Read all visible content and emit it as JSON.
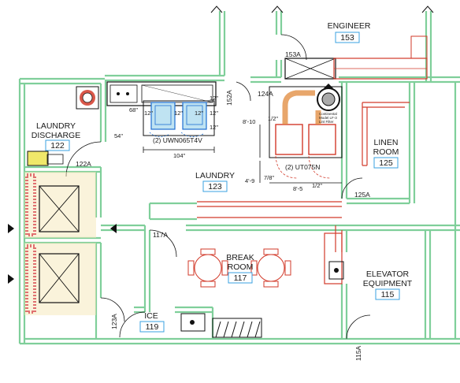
{
  "colors": {
    "wall": "#7fcf9a",
    "equipment": "#d23a2a",
    "fixture": "#1e6fd1",
    "tag_border": "#3aa0e0",
    "elevator_fill": "#f5e7b8",
    "hatch": "#e07070",
    "line": "#111111"
  },
  "rooms": [
    {
      "id": "engineer",
      "name": [
        "ENGINEER"
      ],
      "number": "153"
    },
    {
      "id": "laundry-discharge",
      "name": [
        "LAUNDRY",
        "DISCHARGE"
      ],
      "number": "122"
    },
    {
      "id": "laundry",
      "name": [
        "LAUNDRY"
      ],
      "number": "123"
    },
    {
      "id": "linen-room",
      "name": [
        "LINEN",
        "ROOM"
      ],
      "number": "125"
    },
    {
      "id": "break-room",
      "name": [
        "BREAK",
        "ROOM"
      ],
      "number": "117"
    },
    {
      "id": "elevator-equipment",
      "name": [
        "ELEVATOR",
        "EQUIPMENT"
      ],
      "number": "115"
    },
    {
      "id": "ice",
      "name": [
        "ICE"
      ],
      "number": "119"
    }
  ],
  "door_tags": [
    "153A",
    "152A",
    "124A",
    "122A",
    "125A",
    "117A",
    "123A",
    "115A"
  ],
  "dimensions": {
    "washer_width": "104\"",
    "washer_depth": "68\"",
    "washer_gap": "54\"",
    "clear_12": "12\"",
    "dryer_depth_1": "8'-10",
    "dryer_depth_1_frac": "1/2\"",
    "dryer_depth_2": "4'-9",
    "dryer_depth_2_frac": "7/8\"",
    "dryer_width": "8'-5",
    "dryer_width_frac": "1/2\""
  },
  "equipment_labels": {
    "washers": "(2)  UWN065T4V",
    "dryers": "(2)  UT075N",
    "filter": [
      "Continental",
      "Model LF-3",
      "Lint Filter"
    ]
  }
}
